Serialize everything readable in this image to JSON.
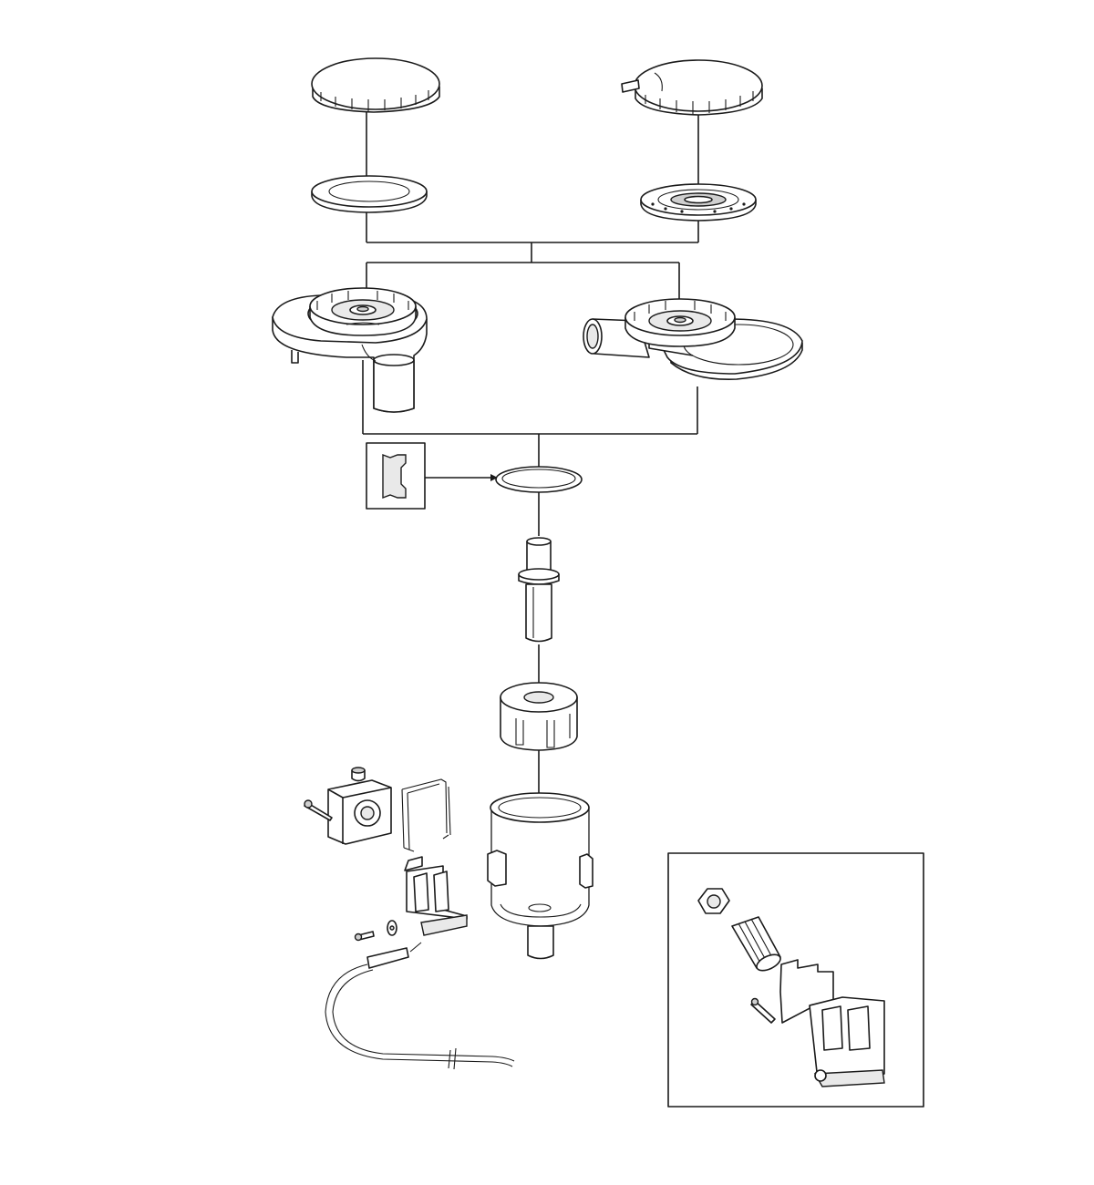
{
  "diagram": {
    "type": "exploded-parts-view",
    "parts": [
      "reservoir-cap-plain",
      "reservoir-cap-with-vent",
      "cap-seal-plain",
      "cap-seal-with-valve",
      "reservoir-top-left",
      "reservoir-top-right",
      "o-ring",
      "o-ring-profile-detail",
      "reservoir-spigot",
      "spigot-nut",
      "reservoir-body",
      "fluid-level-sensor",
      "sensor-retaining-clip",
      "sensor-bracket",
      "screw",
      "grommet",
      "sensor-cable",
      "detail-inset-sensor-bracket"
    ]
  }
}
